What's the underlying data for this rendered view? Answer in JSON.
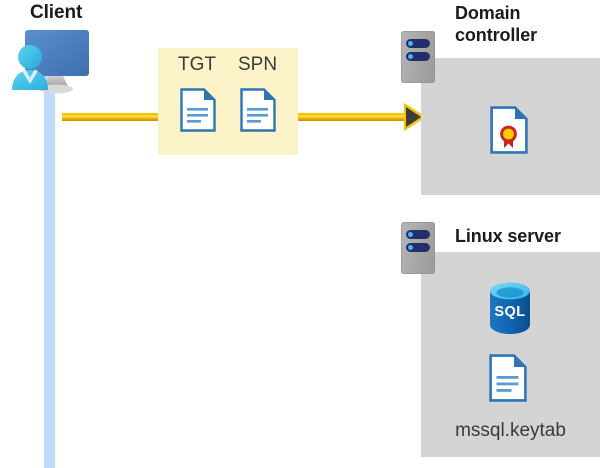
{
  "diagram": {
    "title_client": "Client",
    "title_domain_controller": "Domain\ncontroller",
    "title_linux_server": "Linux server",
    "packet_labels": {
      "tgt": "TGT",
      "spn": "SPN"
    },
    "keytab_filename": "mssql.keytab",
    "sql_label": "SQL",
    "icons": {
      "client": "client-user-monitor-icon",
      "server_dc": "server-rack-icon",
      "server_linux": "server-rack-icon",
      "certificate": "certificate-document-icon",
      "database": "sql-database-icon",
      "keytab": "document-icon",
      "tgt_doc": "document-icon",
      "spn_doc": "document-icon",
      "arrow": "arrow-right-icon"
    },
    "colors": {
      "packet_box_fill": "#fdf3c8",
      "panel_fill": "#d4d4d4",
      "arrow_gold": "#f3c300",
      "arrow_head": "#3c3c3c",
      "lifeline_blue": "#bfdbfb",
      "monitor_blue": "#4a7ebb",
      "person_cyan": "#45c0e8",
      "doc_border_blue": "#2e75b6",
      "doc_fold_blue": "#2e75b6",
      "seal_red": "#cc2222",
      "seal_yellow": "#ffcc00",
      "sql_blue": "#0f63b0",
      "sql_top_cyan": "#4ab4e8",
      "server_navy": "#20306b",
      "server_gray": "#a8a8a8",
      "heading_text": "#1b1b1b",
      "body_text": "#3a3a3a"
    }
  }
}
